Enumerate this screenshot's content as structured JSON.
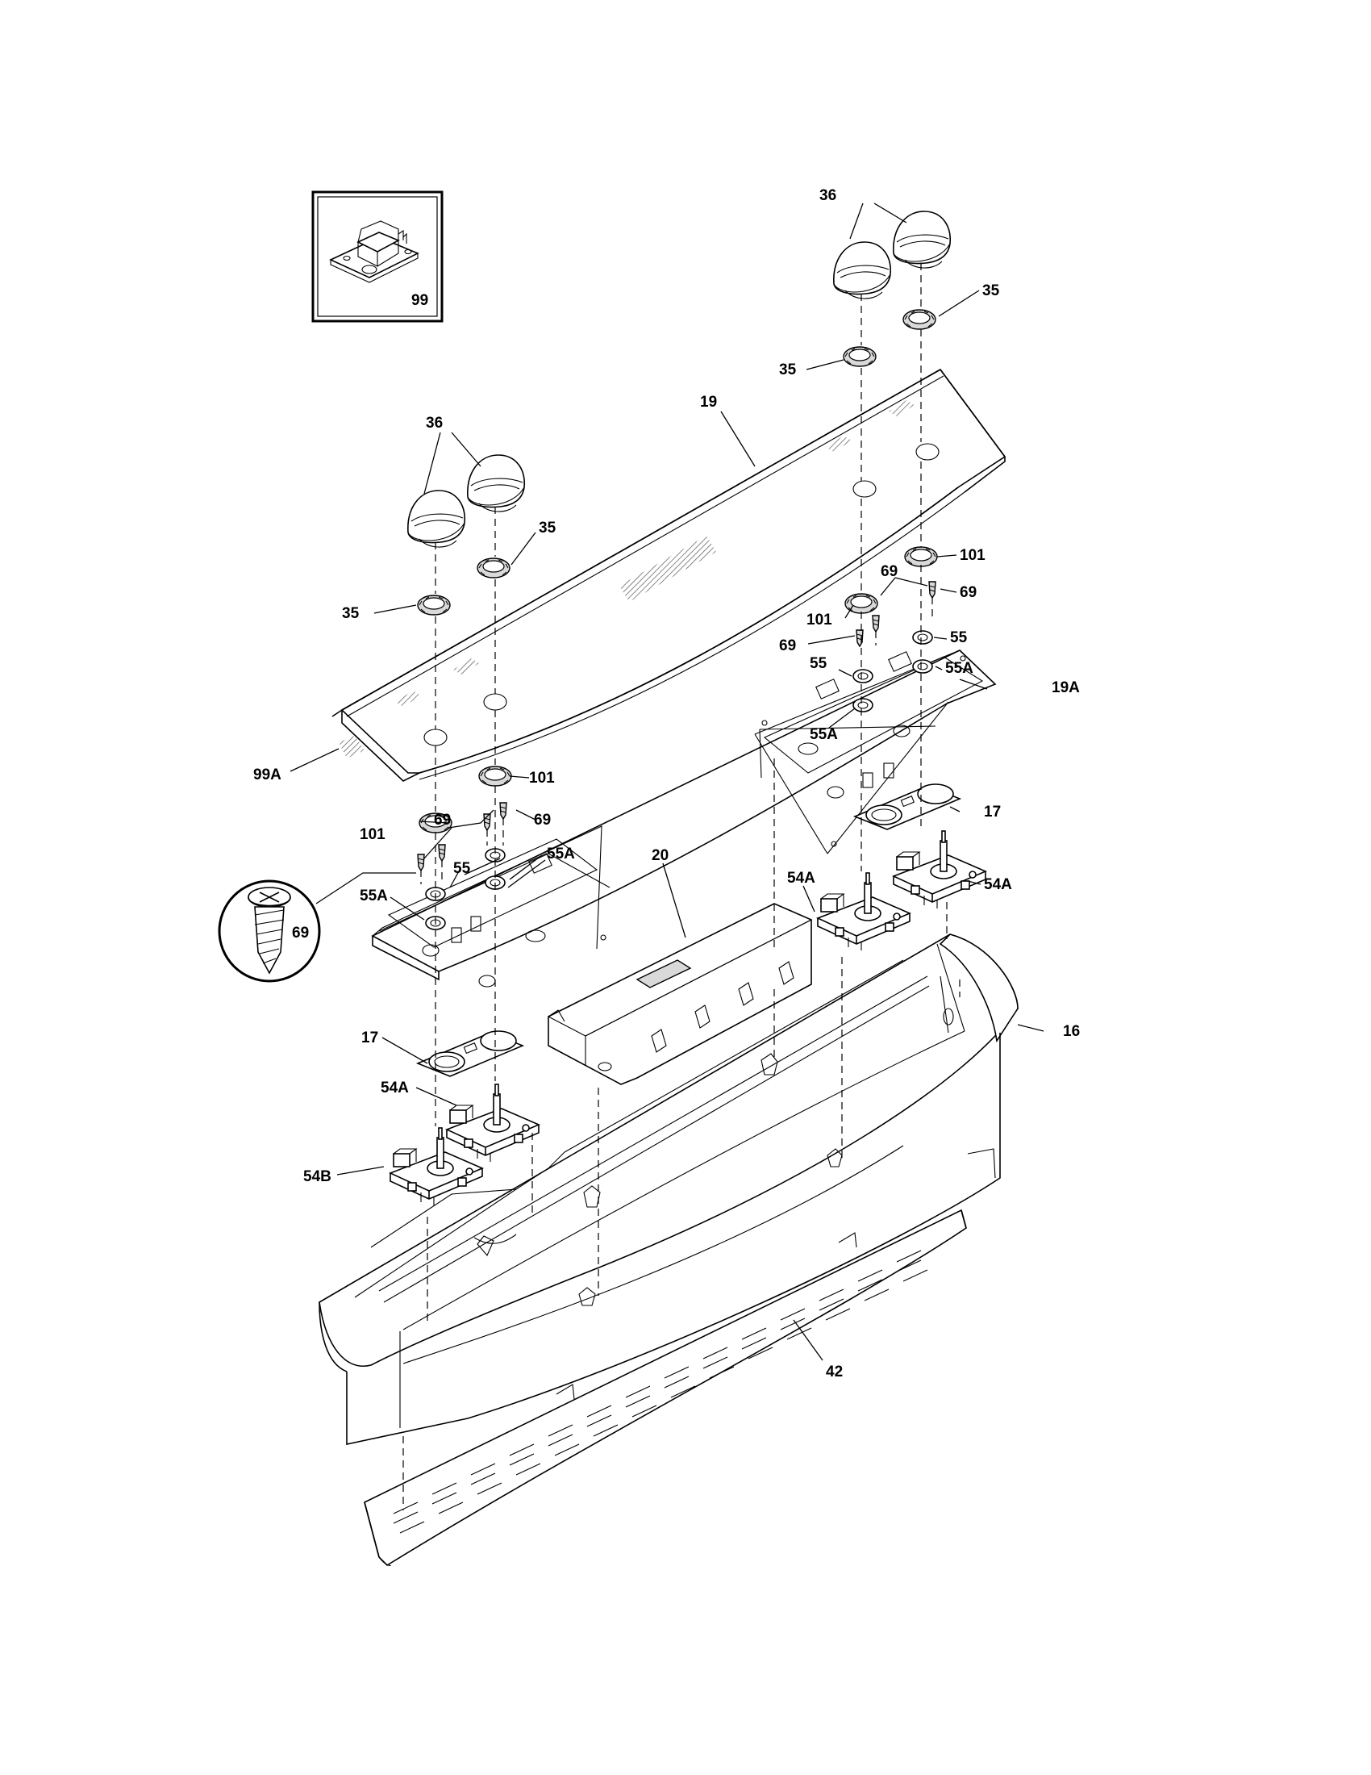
{
  "diagram": {
    "kind": "exploded parts diagram",
    "inset_label": "99",
    "detail_label": "69",
    "callouts": {
      "k36_right": "36",
      "k35_right_top": "35",
      "k35_right_mid": "35",
      "k19": "19",
      "k36_left": "36",
      "k35_left_top": "35",
      "k35_left_bot": "35",
      "k101_r_top": "101",
      "k69_r_1": "69",
      "k69_r_2": "69",
      "k101_r_mid": "101",
      "k69_r_3": "69",
      "k55_r_1": "55",
      "k55_r_2": "55",
      "k55A_r_1": "55A",
      "k19A": "19A",
      "k55A_r_2": "55A",
      "k99A": "99A",
      "k101_l_top": "101",
      "k69_l_1": "69",
      "k101_l": "101",
      "k69_l_2": "69",
      "k55A_l_1": "55A",
      "k55_l": "55",
      "k55A_l_2": "55A",
      "k20": "20",
      "k17_r": "17",
      "k54A_r_1": "54A",
      "k54A_r_2": "54A",
      "k17_l": "17",
      "k54A_l": "54A",
      "k54B": "54B",
      "k16": "16",
      "k42": "42"
    }
  }
}
